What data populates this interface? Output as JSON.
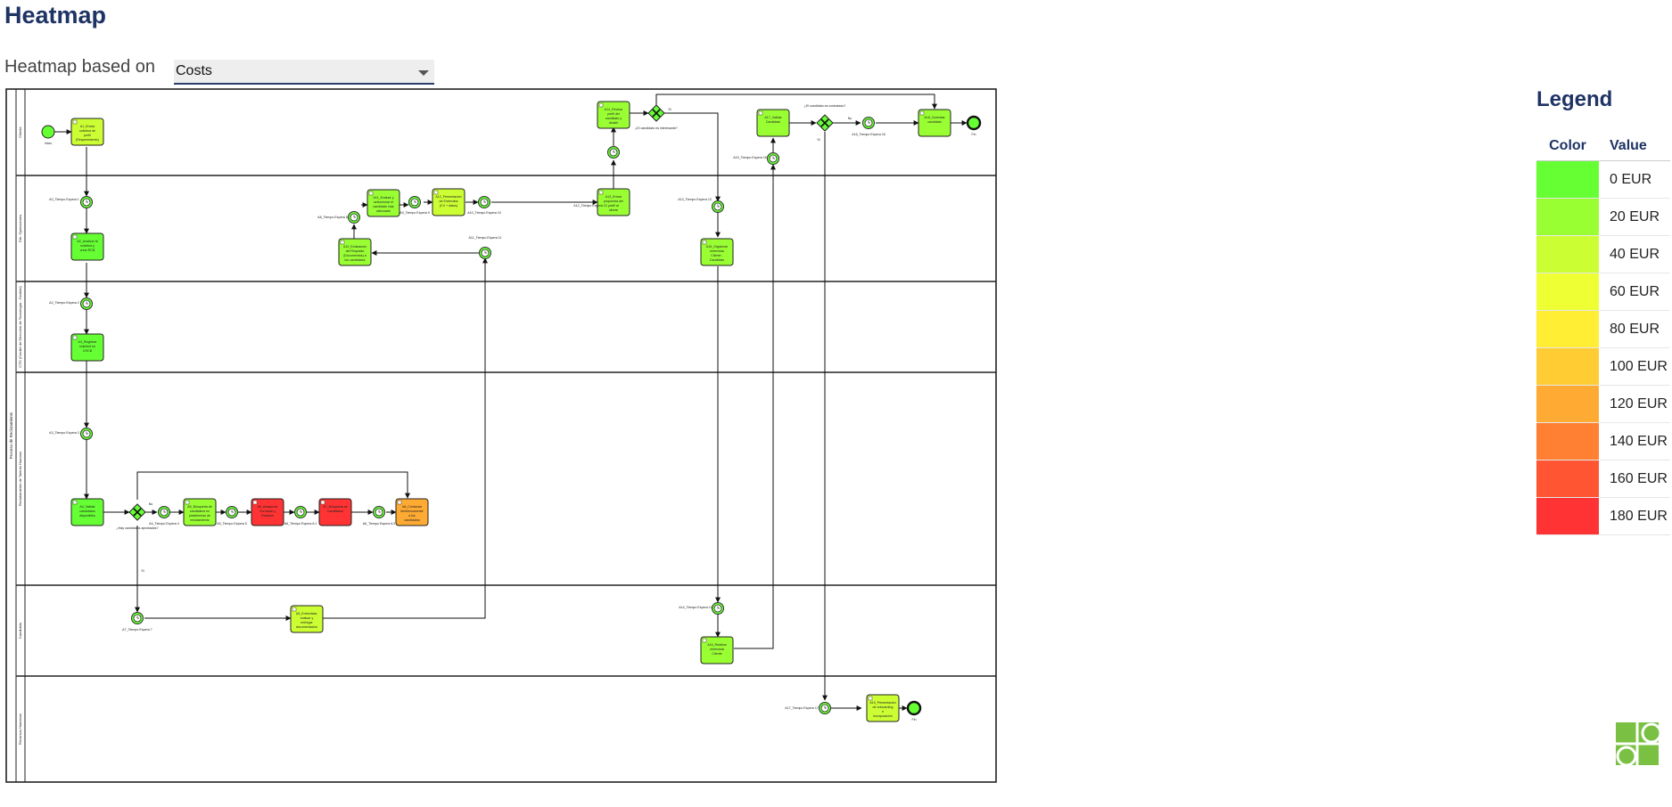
{
  "page": {
    "title": "Heatmap"
  },
  "control": {
    "label": "Heatmap based on",
    "selected": "Costs"
  },
  "legend": {
    "title": "Legend",
    "col_color": "Color",
    "col_value": "Value",
    "rows": [
      {
        "value": "0 EUR",
        "color": "#66ff33"
      },
      {
        "value": "20 EUR",
        "color": "#99ff33"
      },
      {
        "value": "40 EUR",
        "color": "#ccff33"
      },
      {
        "value": "60 EUR",
        "color": "#eeff33"
      },
      {
        "value": "80 EUR",
        "color": "#ffee33"
      },
      {
        "value": "100 EUR",
        "color": "#ffcc33"
      },
      {
        "value": "120 EUR",
        "color": "#ffaa33"
      },
      {
        "value": "140 EUR",
        "color": "#ff7f33"
      },
      {
        "value": "160 EUR",
        "color": "#ff5533"
      },
      {
        "value": "180 EUR",
        "color": "#ff3333"
      }
    ]
  },
  "diagram": {
    "pool_label": "Proceso de Reclutamiento",
    "lanes": [
      "Cliente",
      "Gte. Operaciones",
      "CTO (Comité de Dirección de Tecnología - Gestión)",
      "Reclutamiento de Talento Humano",
      "Candidato",
      "Recursos Humanos"
    ],
    "tasks": [
      {
        "label": "A1_Enviar solicitud de perfil (Requerimiento)",
        "color": "#ccff33"
      },
      {
        "label": "A2_Analizar la solicitud y crear RCB",
        "color": "#66ff33"
      },
      {
        "label": "A3_Registrar solicitud en CRCB",
        "color": "#66ff33"
      },
      {
        "label": "A4_Validar candidatos disponibles",
        "color": "#66ff33"
      },
      {
        "label": "A5_Búsqueda de candidatos en plataformas de reclutamiento",
        "color": "#99ff33"
      },
      {
        "label": "A6_Búsqueda Curricular y Revisión",
        "color": "#ff3333"
      },
      {
        "label": "A7_Búsqueda de Candidatos",
        "color": "#ff3333"
      },
      {
        "label": "A8_Contactar telefónicamente a los candidatos",
        "color": "#ffaa33"
      },
      {
        "label": "A9_Entrevistar, evaluar y entregar documentación",
        "color": "#ccff33"
      },
      {
        "label": "A10_Evaluación del Requisito (Documentos) a los candidatos",
        "color": "#99ff33"
      },
      {
        "label": "A11_Evaluar y seleccionar el candidato más adecuado",
        "color": "#99ff33"
      },
      {
        "label": "A12_Presentación de Entrevista (CV + datos)",
        "color": "#ccff33"
      },
      {
        "label": "A13_Enviar propuesta del perfil al cliente",
        "color": "#99ff33"
      },
      {
        "label": "A14_Revisar perfil del candidato y decidir",
        "color": "#99ff33"
      },
      {
        "label": "A15_Organizar entrevista Cliente - Candidato",
        "color": "#99ff33"
      },
      {
        "label": "A16_Realizar entrevista Cliente",
        "color": "#99ff33"
      },
      {
        "label": "A17_Validar Candidato",
        "color": "#99ff33"
      },
      {
        "label": "A18_Contratar candidato",
        "color": "#99ff33"
      },
      {
        "label": "A19_Presentación de onboarding e incorporación",
        "color": "#ccff33"
      }
    ],
    "event_labels": [
      "Inicio",
      "Fin",
      "Fin"
    ],
    "timer_labels": [
      "A0_Tiempo Espera 1",
      "A2_Tiempo Espera 2",
      "A3_Tiempo Espera 3",
      "A4_Tiempo Espera 4",
      "A5_Tiempo Espera 5",
      "A6_Tiempo Espera 6.1",
      "A6_Tiempo Espera 6.2",
      "A7_Tiempo Espera 7",
      "A8_Tiempo Espera 8",
      "A9_Tiempo Espera 9",
      "A10_Tiempo Espera 10",
      "A11_Tiempo Espera 11",
      "A12_Tiempo Espera 12",
      "A13_Tiempo Espera 13",
      "A14_Tiempo Espera 14",
      "A15_Tiempo Espera 15",
      "A16_Tiempo Espera 16",
      "A17_Tiempo Espera 17"
    ],
    "gateway_labels": [
      "¿Hay candidatos aprobados?",
      "¿El candidato es interesante?",
      "¿El candidato es contratado?"
    ],
    "flow_labels": [
      "No",
      "Si",
      "Si",
      "No",
      "Si"
    ]
  }
}
